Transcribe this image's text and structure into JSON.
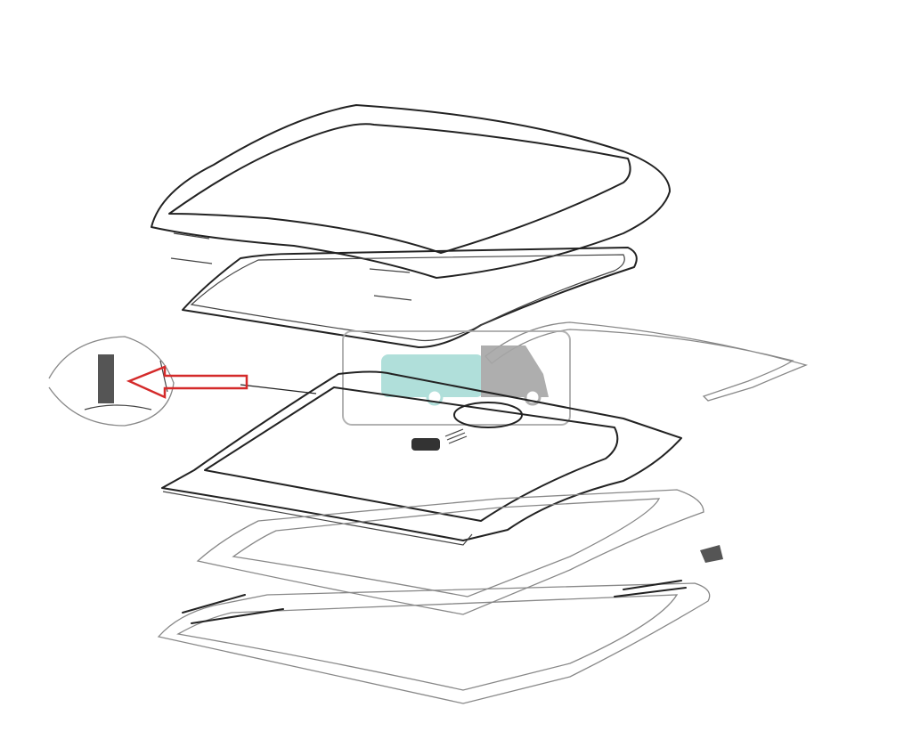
{
  "diagram": {
    "parts": [
      "outer-dome-cover",
      "cover-seal",
      "hinge-rods",
      "operating-arm",
      "inner-frame-assembly",
      "flyscreen-blind-frame",
      "inner-trim-frame",
      "mounting-frame",
      "detail-inset"
    ],
    "colors": {
      "arrow": "#d42a2a",
      "lines": "#222222",
      "watermark_teal": "#a8dcd6",
      "watermark_grey": "#a6a6a6"
    },
    "watermark": {
      "icon": "motorhome-icon"
    }
  }
}
